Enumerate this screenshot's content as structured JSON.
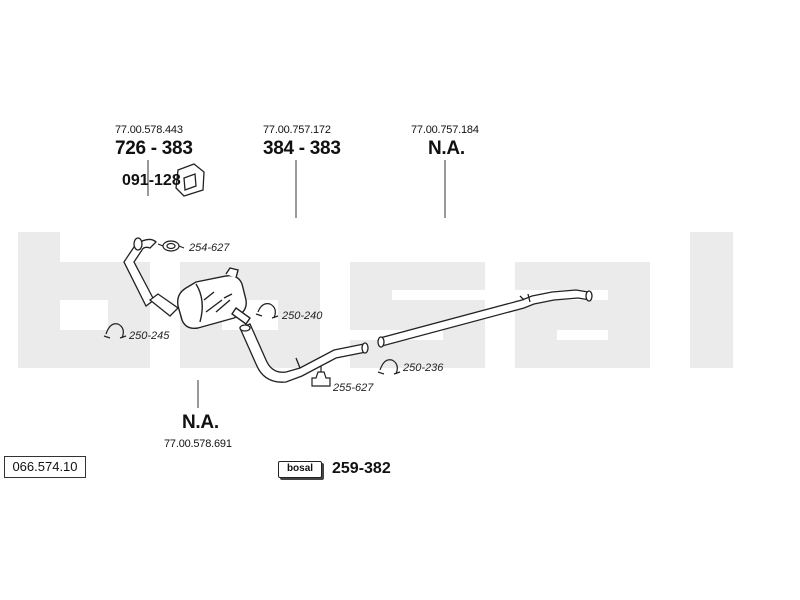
{
  "diagram_ref": "066.574.10",
  "watermark_text": "bosal",
  "groups": [
    {
      "oem": "77.00.578.443",
      "part": "726 - 383"
    },
    {
      "oem": "77.00.757.172",
      "part": "384 - 383"
    },
    {
      "oem": "77.00.757.184",
      "part": "N.A."
    }
  ],
  "mount": {
    "part": "091-128"
  },
  "bottom_group": {
    "oem": "77.00.578.691",
    "part": "N.A."
  },
  "accessories": [
    "254-627",
    "250-245",
    "250-240",
    "255-627",
    "250-236"
  ],
  "kit": {
    "logo": "bosal",
    "part": "259-382"
  },
  "colors": {
    "watermark": "#ebebeb",
    "line": "#222222",
    "fill": "#ffffff"
  }
}
